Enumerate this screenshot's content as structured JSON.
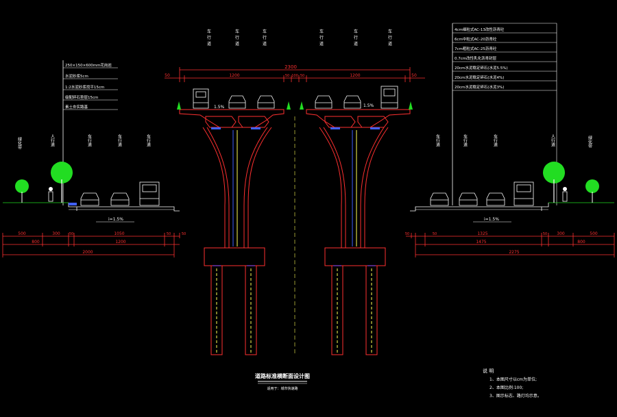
{
  "title": "道路标准横断面设计图",
  "subtitle": "适用于：城市快速路",
  "deck": {
    "total": "2300",
    "half_left": "1200",
    "half_right": "1200",
    "edge": "50",
    "middle": [
      "50",
      "100",
      "50"
    ],
    "slope": "1.5%"
  },
  "lane_labels": [
    "车",
    "行",
    "道"
  ],
  "left_legend": [
    "250×150×600mm花岗岩",
    "水泥砂浆5cm",
    "1:2水泥砂浆找平15cm",
    "级配碎石垫层15cm",
    "素土夯实路基"
  ],
  "right_legend": [
    "4cm细粒式AC-13改性沥青砼",
    "6cm中粒式AC-20沥青砼",
    "7cm粗粒式AC-25沥青砼",
    "0.7cm改性乳化沥青封层",
    "20cm水泥稳定碎石(水泥5.5%)",
    "20cm水泥稳定碎石(水泥4%)",
    "20cm水泥稳定碎石(水泥3%)"
  ],
  "left_section": {
    "labels": [
      "绿化带",
      "人行道",
      "车行道",
      "车行道",
      "车行道"
    ],
    "slope": "i=1.5%",
    "row1": [
      "500",
      "300",
      "50",
      "1050",
      "50",
      "50"
    ],
    "row2": [
      "800",
      "1200"
    ],
    "total": "2000"
  },
  "right_section": {
    "labels": [
      "车行道",
      "车行道",
      "车行道",
      "人行道",
      "绿化带"
    ],
    "slope": "i=1.5%",
    "row1": [
      "50",
      "50",
      "1325",
      "50",
      "300",
      "500"
    ],
    "row2": [
      "1475",
      "800"
    ],
    "total": "2275"
  },
  "notes": {
    "heading": "说 明",
    "items": [
      "1、本图尺寸以cm为单位;",
      "2、本图比例:100;",
      "3、图示标志、路灯均示意。"
    ]
  },
  "colors": {
    "structure": "#ff3030",
    "dimension": "#ff3030",
    "text": "#ffffff",
    "tree": "#22dd22",
    "pier_line": "#4060ff",
    "center_line": "#ffff55"
  }
}
